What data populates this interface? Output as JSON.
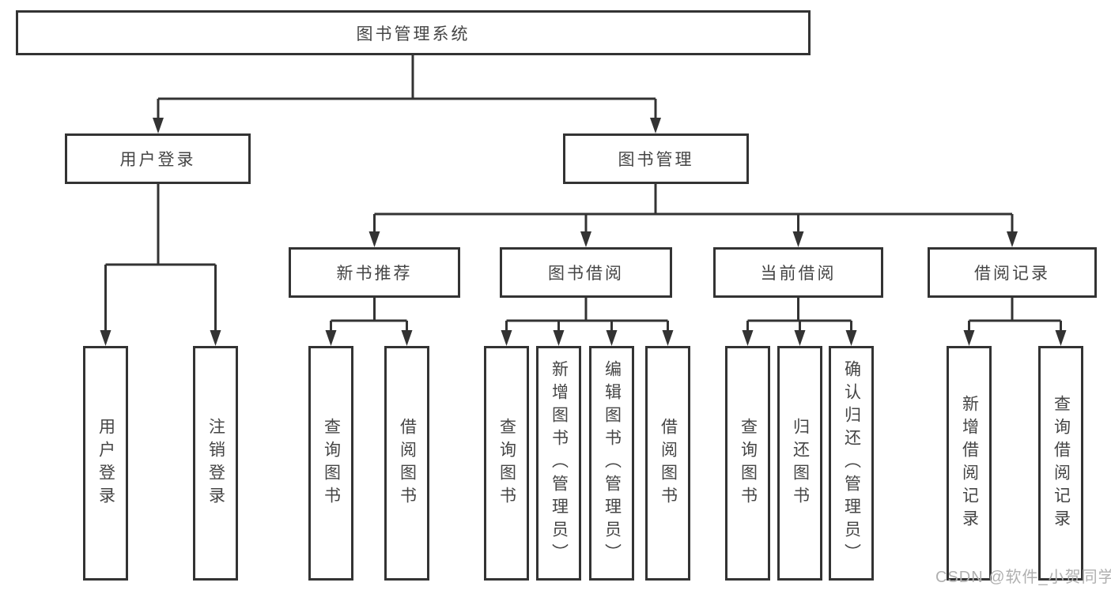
{
  "diagram": {
    "type": "hierarchy-tree",
    "nodes": {
      "root": {
        "label": "图书管理系统"
      },
      "user_login": {
        "label": "用户登录"
      },
      "book_mgmt": {
        "label": "图书管理"
      },
      "new_book_rec": {
        "label": "新书推荐"
      },
      "book_borrow": {
        "label": "图书借阅"
      },
      "current_borrow": {
        "label": "当前借阅"
      },
      "borrow_record": {
        "label": "借阅记录"
      },
      "leaf_login": {
        "label": "用户登录"
      },
      "leaf_logout": {
        "label": "注销登录"
      },
      "leaf_rec_query": {
        "label": "查询图书"
      },
      "leaf_rec_borrow": {
        "label": "借阅图书"
      },
      "leaf_bor_query": {
        "label": "查询图书"
      },
      "leaf_bor_add": {
        "label": "新增图书（管理员）"
      },
      "leaf_bor_edit": {
        "label": "编辑图书（管理员）"
      },
      "leaf_bor_borrow": {
        "label": "借阅图书"
      },
      "leaf_cur_query": {
        "label": "查询图书"
      },
      "leaf_cur_return": {
        "label": "归还图书"
      },
      "leaf_cur_confirm": {
        "label": "确认归还（管理员）"
      },
      "leaf_record_add": {
        "label": "新增借阅记录"
      },
      "leaf_record_query": {
        "label": "查询借阅记录"
      }
    },
    "edges": [
      {
        "from": "root",
        "to": "user_login"
      },
      {
        "from": "root",
        "to": "book_mgmt"
      },
      {
        "from": "user_login",
        "to": "leaf_login"
      },
      {
        "from": "user_login",
        "to": "leaf_logout"
      },
      {
        "from": "book_mgmt",
        "to": "new_book_rec"
      },
      {
        "from": "book_mgmt",
        "to": "book_borrow"
      },
      {
        "from": "book_mgmt",
        "to": "current_borrow"
      },
      {
        "from": "book_mgmt",
        "to": "borrow_record"
      },
      {
        "from": "new_book_rec",
        "to": "leaf_rec_query"
      },
      {
        "from": "new_book_rec",
        "to": "leaf_rec_borrow"
      },
      {
        "from": "book_borrow",
        "to": "leaf_bor_query"
      },
      {
        "from": "book_borrow",
        "to": "leaf_bor_add"
      },
      {
        "from": "book_borrow",
        "to": "leaf_bor_edit"
      },
      {
        "from": "book_borrow",
        "to": "leaf_bor_borrow"
      },
      {
        "from": "current_borrow",
        "to": "leaf_cur_query"
      },
      {
        "from": "current_borrow",
        "to": "leaf_cur_return"
      },
      {
        "from": "current_borrow",
        "to": "leaf_cur_confirm"
      },
      {
        "from": "borrow_record",
        "to": "leaf_record_add"
      },
      {
        "from": "borrow_record",
        "to": "leaf_record_query"
      }
    ]
  },
  "watermark": {
    "text": "CSDN @软件_小贺同学"
  },
  "colors": {
    "line": "#333333",
    "text": "#454545",
    "box_bg": "#ffffff",
    "watermark": "#b0b0b0",
    "background": "#ffffff"
  }
}
